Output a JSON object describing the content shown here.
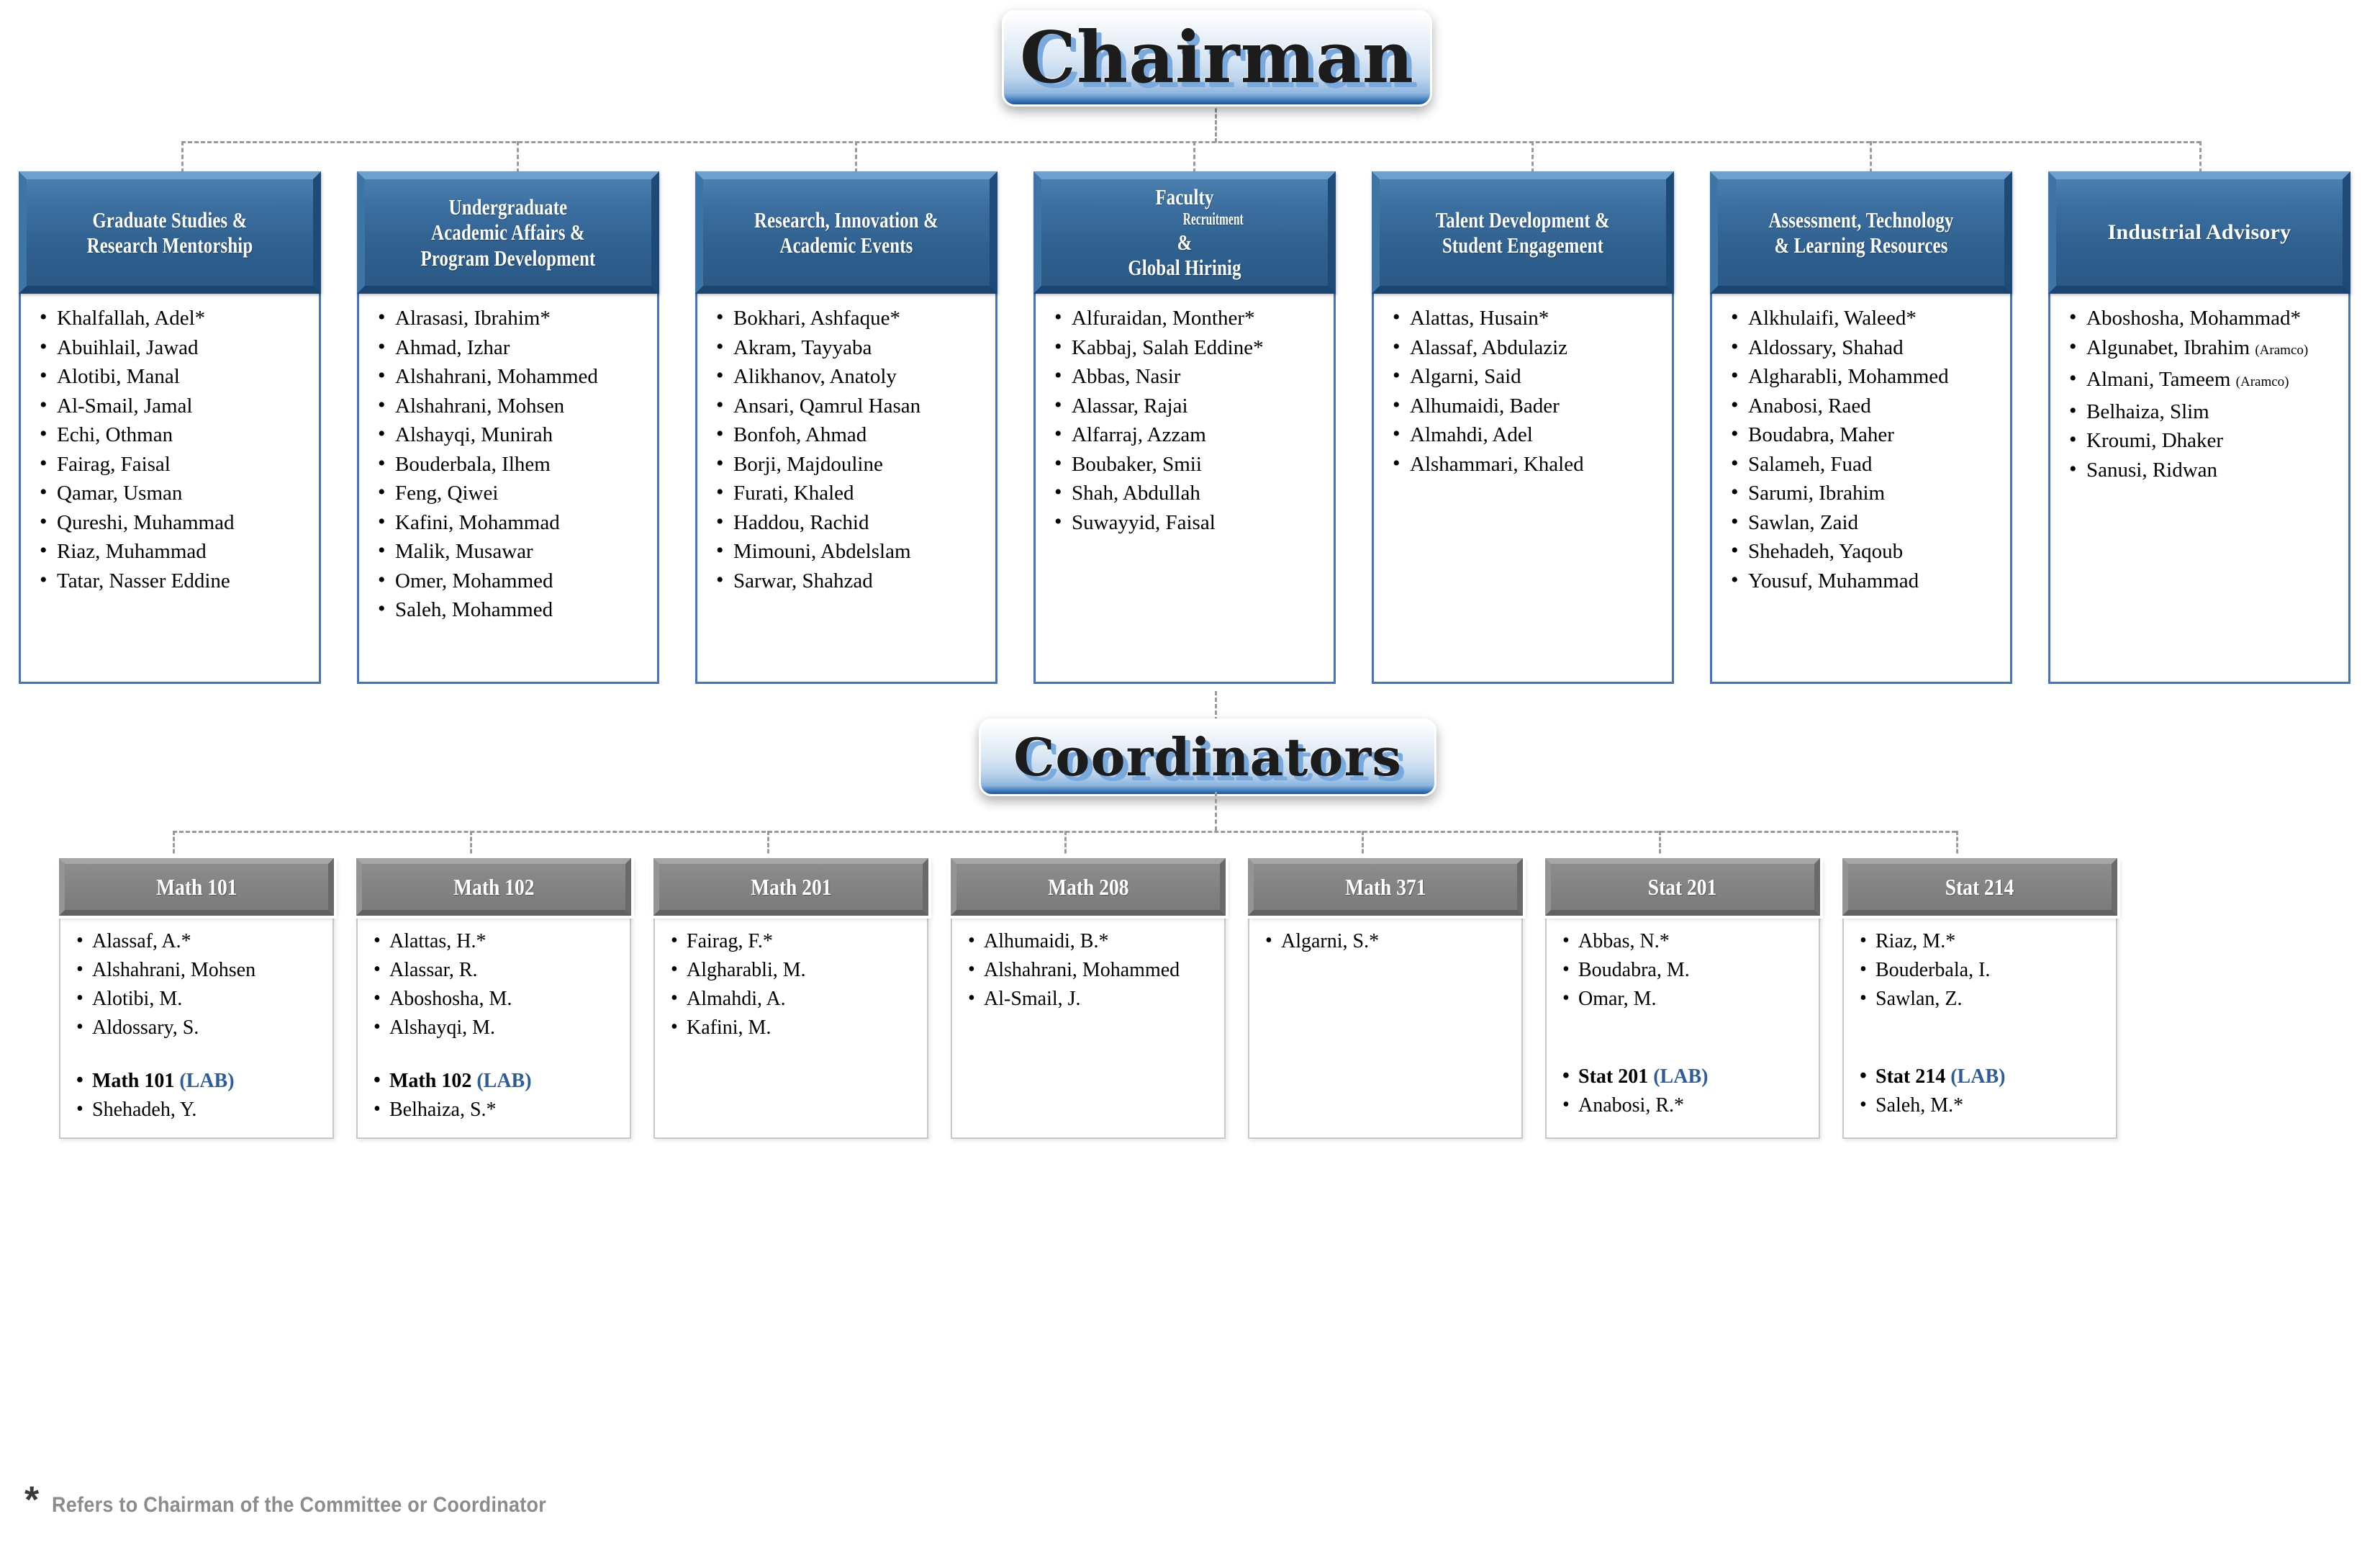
{
  "banners": {
    "chairman": "Chairman",
    "coordinators": "Coordinators"
  },
  "footnote": {
    "star": "*",
    "text": "Refers to Chairman of the Committee or Coordinator"
  },
  "colors": {
    "header_blue": "#2f608f",
    "header_blue_light": "#6ba0cf",
    "body_border_blue": "#4472C4",
    "coordinator_gray": "#7b7b7b",
    "lab_blue": "#2E5B9A",
    "connector_gray": "#9a9a9a",
    "footnote_gray": "#8c8c8c"
  },
  "committees": [
    {
      "title_lines": [
        "Graduate Studies &",
        "Research Mentorship"
      ],
      "members": [
        "Khalfallah, Adel*",
        "Abuihlail, Jawad",
        "Alotibi, Manal",
        "Al-Smail, Jamal",
        "Echi, Othman",
        "Fairag, Faisal",
        "Qamar, Usman",
        "Qureshi, Muhammad",
        "Riaz, Muhammad",
        "Tatar, Nasser Eddine"
      ]
    },
    {
      "title_lines": [
        "Undergraduate",
        "Academic Affairs &",
        "Program Development"
      ],
      "members": [
        "Alrasasi, Ibrahim*",
        "Ahmad, Izhar",
        "Alshahrani, Mohammed",
        "Alshahrani, Mohsen",
        "Alshayqi, Munirah",
        "Bouderbala, Ilhem",
        "Feng, Qiwei",
        "Kafini, Mohammad",
        "Malik, Musawar",
        "Omer, Mohammed",
        "Saleh, Mohammed"
      ]
    },
    {
      "title_lines": [
        "Research, Innovation &",
        "Academic Events"
      ],
      "members": [
        "Bokhari, Ashfaque*",
        "Akram, Tayyaba",
        "Alikhanov, Anatoly",
        "Ansari, Qamrul Hasan",
        "Bonfoh, Ahmad",
        "Borji, Majdouline",
        "Furati, Khaled",
        "Haddou, Rachid",
        "Mimouni, Abdelslam",
        "Sarwar, Shahzad"
      ]
    },
    {
      "title_lines": [
        "Faculty Recruitment &",
        "Global Hirinig"
      ],
      "title_small_word": "Recruitment",
      "members": [
        "Alfuraidan, Monther*",
        "Kabbaj, Salah Eddine*",
        "Abbas, Nasir",
        "Alassar, Rajai",
        "Alfarraj, Azzam",
        "Boubaker, Smii",
        "Shah, Abdullah",
        "Suwayyid, Faisal"
      ]
    },
    {
      "title_lines": [
        "Talent Development &",
        "Student Engagement"
      ],
      "members": [
        "Alattas, Husain*",
        "Alassaf, Abdulaziz",
        "Algarni, Said",
        "Alhumaidi, Bader",
        "Almahdi, Adel",
        "Alshammari, Khaled"
      ]
    },
    {
      "title_lines": [
        "Assessment, Technology",
        "& Learning Resources"
      ],
      "members": [
        "Alkhulaifi, Waleed*",
        "Aldossary, Shahad",
        "Algharabli, Mohammed",
        "Anabosi, Raed",
        "Boudabra, Maher",
        "Salameh, Fuad",
        "Sarumi, Ibrahim",
        "Sawlan, Zaid",
        "Shehadeh, Yaqoub",
        "Yousuf, Muhammad"
      ]
    },
    {
      "title_lines": [
        "Industrial Advisory"
      ],
      "members": [
        "Aboshosha, Mohammad*",
        "Algunabet, Ibrahim (Aramco)",
        "Almani, Tameem (Aramco)",
        "Belhaiza, Slim",
        "Kroumi, Dhaker",
        "Sanusi, Ridwan"
      ],
      "member_notes": {
        "1": "(Aramco)",
        "2": "(Aramco)"
      }
    }
  ],
  "coordinators": [
    {
      "course": "Math 101",
      "members": [
        "Alassaf, A.*",
        "Alshahrani, Mohsen",
        "Alotibi, M.",
        "Aldossary, S."
      ],
      "lab_label": "Math 101",
      "lab_tag": "(LAB)",
      "lab_members": [
        "Shehadeh, Y."
      ]
    },
    {
      "course": "Math 102",
      "members": [
        "Alattas, H.*",
        "Alassar, R.",
        "Aboshosha, M.",
        "Alshayqi, M."
      ],
      "lab_label": "Math 102",
      "lab_tag": "(LAB)",
      "lab_members": [
        "Belhaiza, S.*"
      ]
    },
    {
      "course": "Math 201",
      "members": [
        "Fairag, F.*",
        "Algharabli, M.",
        "Almahdi, A.",
        "Kafini, M."
      ],
      "lab_label": "",
      "lab_tag": "",
      "lab_members": []
    },
    {
      "course": "Math 208",
      "members": [
        "Alhumaidi, B.*",
        "Alshahrani, Mohammed",
        "Al-Smail, J."
      ],
      "lab_label": "",
      "lab_tag": "",
      "lab_members": []
    },
    {
      "course": "Math 371",
      "members": [
        "Algarni, S.*"
      ],
      "lab_label": "",
      "lab_tag": "",
      "lab_members": []
    },
    {
      "course": "Stat 201",
      "members": [
        "Abbas, N.*",
        "Boudabra, M.",
        "Omar, M."
      ],
      "lab_label": "Stat 201",
      "lab_tag": "(LAB)",
      "lab_members": [
        "Anabosi, R.*"
      ]
    },
    {
      "course": "Stat 214",
      "members": [
        "Riaz, M.*",
        "Bouderbala, I.",
        "Sawlan, Z."
      ],
      "lab_label": "Stat 214",
      "lab_tag": "(LAB)",
      "lab_members": [
        "Saleh, M.*"
      ]
    }
  ]
}
